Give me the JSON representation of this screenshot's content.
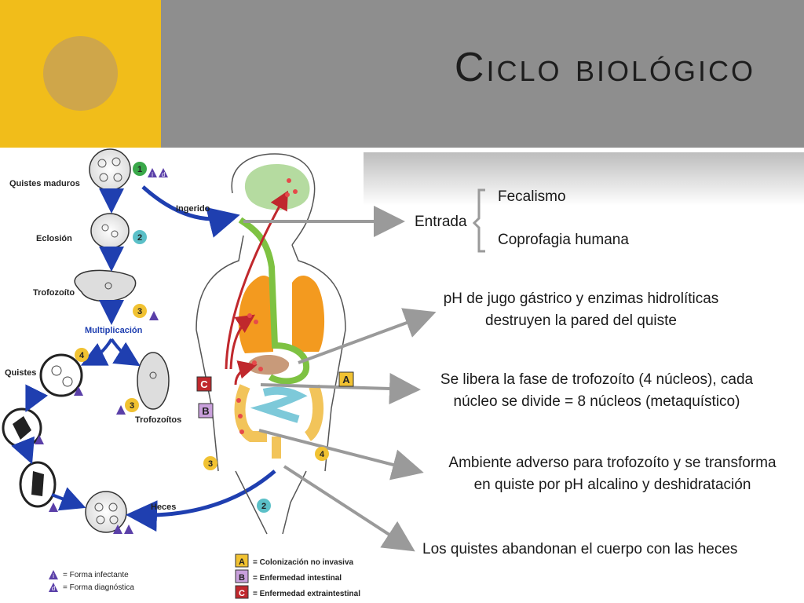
{
  "title": "Ciclo biológico",
  "entrada": {
    "label": "Entrada",
    "items": [
      "Fecalismo",
      "Coprofagia humana"
    ]
  },
  "notes": [
    "pH de jugo gástrico y  enzimas hidrolíticas",
    "destruyen la pared del quiste",
    "Se libera la fase de trofozoíto  (4 núcleos), cada",
    "núcleo se divide =  8 núcleos (metaquístico)",
    "Ambiente adverso para trofozoíto y se transforma",
    "en quiste por pH alcalino y deshidratación",
    "Los quistes abandonan el cuerpo con las heces"
  ],
  "diagram": {
    "stages": [
      "Quistes maduros",
      "Eclosión",
      "Trofozoíto",
      "Multiplicación",
      "Quistes",
      "Trofozoítos",
      "Heces",
      "Ingerido"
    ],
    "step_numbers": [
      "1",
      "2",
      "3",
      "4"
    ],
    "stage_badges": [
      "i",
      "d"
    ],
    "site_letters": [
      "A",
      "B",
      "C"
    ],
    "legend": {
      "forms": [
        {
          "badge": "i",
          "label": "= Forma infectante"
        },
        {
          "badge": "d",
          "label": "= Forma diagnóstica"
        }
      ],
      "diseases": [
        {
          "letter": "A",
          "label": "= Colonización no invasiva",
          "color": "#f1c232"
        },
        {
          "letter": "B",
          "label": "= Enfermedad intestinal",
          "color": "#c9a0dc"
        },
        {
          "letter": "C",
          "label": "= Enfermedad extraintestinal",
          "color": "#c0282d"
        }
      ]
    }
  },
  "colors": {
    "accent_yellow": "#f1bd1a",
    "header_gray": "#8e8e8e",
    "arrow_gray": "#9a9a9a",
    "cycle_blue": "#1f3fb0",
    "organ_orange": "#f39a1f",
    "organ_green": "#7ec242",
    "intestine_blue": "#7dc9d9"
  }
}
